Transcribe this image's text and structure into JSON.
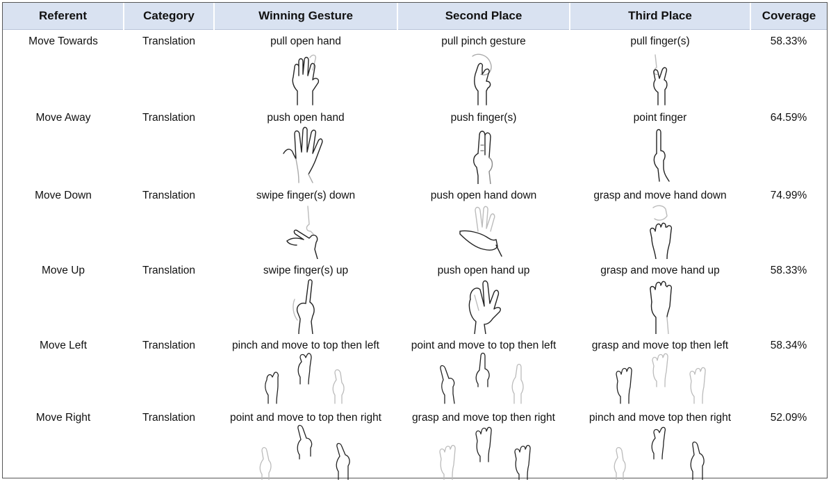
{
  "headers": [
    "Referent",
    "Category",
    "Winning Gesture",
    "Second Place",
    "Third Place",
    "Coverage"
  ],
  "rows": [
    {
      "referent": "Move Towards",
      "category": "Translation",
      "winning": "pull open hand",
      "second": "pull pinch gesture",
      "third": "pull finger(s)",
      "coverage": "58.33%"
    },
    {
      "referent": "Move Away",
      "category": "Translation",
      "winning": "push open hand",
      "second": "push finger(s)",
      "third": "point finger",
      "coverage": "64.59%"
    },
    {
      "referent": "Move Down",
      "category": "Translation",
      "winning": "swipe finger(s) down",
      "second": "push open hand down",
      "third": "grasp and move hand down",
      "coverage": "74.99%"
    },
    {
      "referent": "Move Up",
      "category": "Translation",
      "winning": "swipe finger(s) up",
      "second": "push open hand up",
      "third": "grasp and move hand up",
      "coverage": "58.33%"
    },
    {
      "referent": "Move Left",
      "category": "Translation",
      "winning": "pinch and move to top then left",
      "second": "point and move to top then left",
      "third": "grasp and move top then left",
      "coverage": "58.34%"
    },
    {
      "referent": "Move Right",
      "category": "Translation",
      "winning": "point and move to top then right",
      "second": "grasp and move top then right",
      "third": "pinch and move top then right",
      "coverage": "52.09%"
    }
  ]
}
